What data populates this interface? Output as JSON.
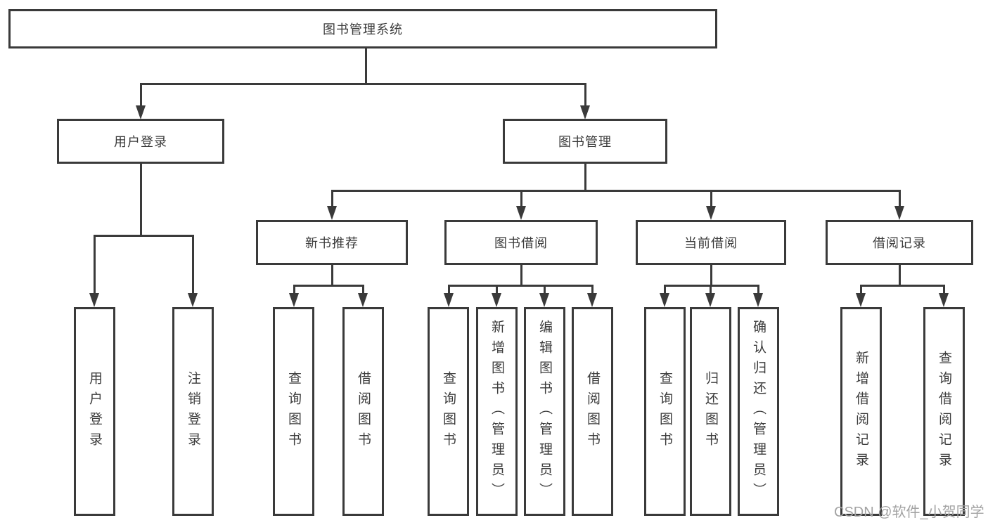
{
  "diagram": {
    "root": {
      "label": "图书管理系统"
    },
    "level2": [
      {
        "label": "用户登录"
      },
      {
        "label": "图书管理"
      }
    ],
    "level3": [
      {
        "label": "新书推荐"
      },
      {
        "label": "图书借阅"
      },
      {
        "label": "当前借阅"
      },
      {
        "label": "借阅记录"
      }
    ],
    "level4": [
      {
        "label": "用户登录"
      },
      {
        "label": "注销登录"
      },
      {
        "label": "查询图书"
      },
      {
        "label": "借阅图书"
      },
      {
        "label": "查询图书"
      },
      {
        "label": "新增图书（管理员）"
      },
      {
        "label": "编辑图书（管理员）"
      },
      {
        "label": "借阅图书"
      },
      {
        "label": "查询图书"
      },
      {
        "label": "归还图书"
      },
      {
        "label": "确认归还（管理员）"
      },
      {
        "label": "新增借阅记录"
      },
      {
        "label": "查询借阅记录"
      }
    ]
  },
  "watermark": {
    "text": "CSDN @软件_小贺同学"
  },
  "colors": {
    "line": "#3a3a3a",
    "text": "#3b3b3b",
    "watermark": "#a3a3a3",
    "background": "#ffffff"
  }
}
